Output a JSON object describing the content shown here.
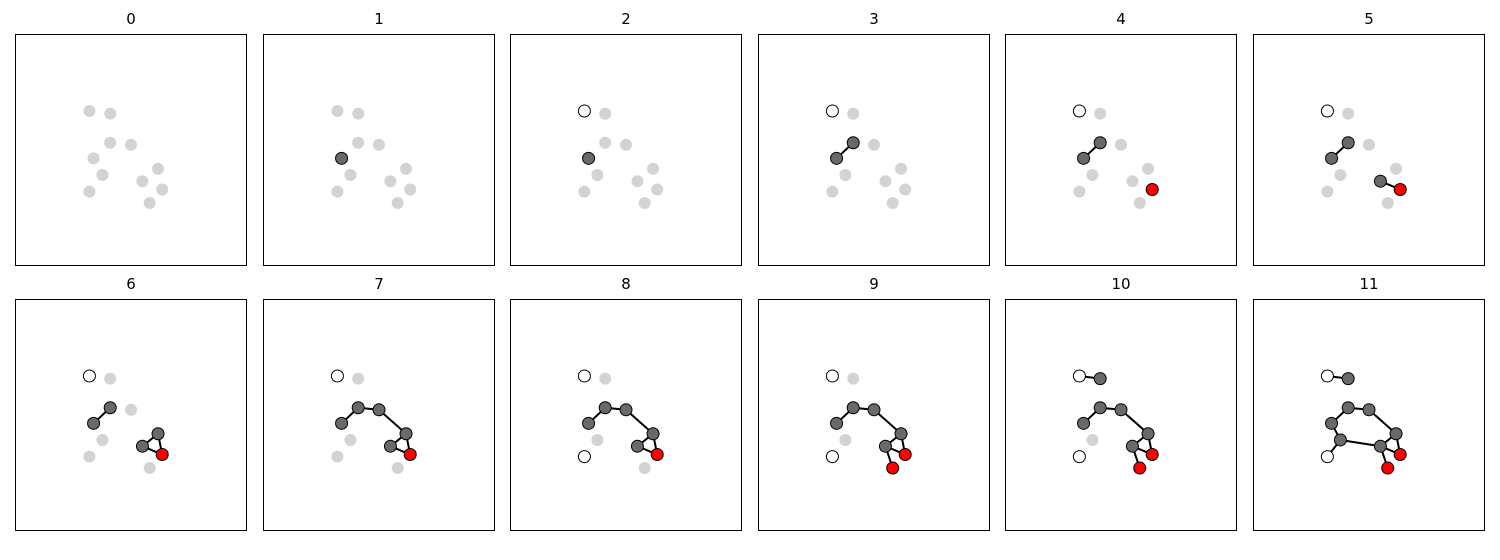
{
  "colors": {
    "inactive": "#d3d3d3",
    "placed": "#696969",
    "hydrogen": "#ffffff",
    "oxygen": "#ff0000",
    "outline": "#000000",
    "bond": "#000000"
  },
  "atoms": [
    {
      "id": 0,
      "x": -0.8,
      "y": 0.75
    },
    {
      "id": 1,
      "x": -0.4,
      "y": 0.7
    },
    {
      "id": 2,
      "x": -0.4,
      "y": 0.14
    },
    {
      "id": 3,
      "x": 0.0,
      "y": 0.1
    },
    {
      "id": 4,
      "x": -0.72,
      "y": -0.16
    },
    {
      "id": 5,
      "x": 0.52,
      "y": -0.36
    },
    {
      "id": 6,
      "x": -0.55,
      "y": -0.48
    },
    {
      "id": 7,
      "x": 0.22,
      "y": -0.6
    },
    {
      "id": 8,
      "x": -0.8,
      "y": -0.8
    },
    {
      "id": 9,
      "x": 0.6,
      "y": -0.76
    },
    {
      "id": 10,
      "x": 0.36,
      "y": -1.02
    }
  ],
  "frames": [
    {
      "title": "0",
      "atoms": {},
      "bonds": []
    },
    {
      "title": "1",
      "atoms": {
        "4": "placed"
      },
      "bonds": []
    },
    {
      "title": "2",
      "atoms": {
        "0": "hydrogen",
        "4": "placed"
      },
      "bonds": []
    },
    {
      "title": "3",
      "atoms": {
        "0": "hydrogen",
        "2": "placed",
        "4": "placed"
      },
      "bonds": [
        [
          2,
          4
        ]
      ]
    },
    {
      "title": "4",
      "atoms": {
        "0": "hydrogen",
        "2": "placed",
        "4": "placed",
        "9": "oxygen"
      },
      "bonds": [
        [
          2,
          4
        ]
      ]
    },
    {
      "title": "5",
      "atoms": {
        "0": "hydrogen",
        "2": "placed",
        "4": "placed",
        "7": "placed",
        "9": "oxygen"
      },
      "bonds": [
        [
          2,
          4
        ],
        [
          7,
          9
        ]
      ]
    },
    {
      "title": "6",
      "atoms": {
        "0": "hydrogen",
        "2": "placed",
        "4": "placed",
        "5": "placed",
        "7": "placed",
        "9": "oxygen"
      },
      "bonds": [
        [
          2,
          4
        ],
        [
          5,
          7
        ],
        [
          7,
          9
        ],
        [
          5,
          9
        ]
      ]
    },
    {
      "title": "7",
      "atoms": {
        "0": "hydrogen",
        "2": "placed",
        "3": "placed",
        "4": "placed",
        "5": "placed",
        "7": "placed",
        "9": "oxygen"
      },
      "bonds": [
        [
          2,
          4
        ],
        [
          2,
          3
        ],
        [
          3,
          5
        ],
        [
          5,
          7
        ],
        [
          7,
          9
        ],
        [
          5,
          9
        ]
      ]
    },
    {
      "title": "8",
      "atoms": {
        "0": "hydrogen",
        "2": "placed",
        "3": "placed",
        "4": "placed",
        "5": "placed",
        "7": "placed",
        "8": "hydrogen",
        "9": "oxygen"
      },
      "bonds": [
        [
          2,
          4
        ],
        [
          2,
          3
        ],
        [
          3,
          5
        ],
        [
          5,
          7
        ],
        [
          7,
          9
        ],
        [
          5,
          9
        ]
      ]
    },
    {
      "title": "9",
      "atoms": {
        "0": "hydrogen",
        "2": "placed",
        "3": "placed",
        "4": "placed",
        "5": "placed",
        "7": "placed",
        "8": "hydrogen",
        "9": "oxygen",
        "10": "oxygen"
      },
      "bonds": [
        [
          2,
          4
        ],
        [
          2,
          3
        ],
        [
          3,
          5
        ],
        [
          5,
          7
        ],
        [
          7,
          9
        ],
        [
          5,
          9
        ],
        [
          7,
          10
        ]
      ]
    },
    {
      "title": "10",
      "atoms": {
        "0": "hydrogen",
        "1": "placed",
        "2": "placed",
        "3": "placed",
        "4": "placed",
        "5": "placed",
        "7": "placed",
        "8": "hydrogen",
        "9": "oxygen",
        "10": "oxygen"
      },
      "bonds": [
        [
          0,
          1
        ],
        [
          2,
          4
        ],
        [
          2,
          3
        ],
        [
          3,
          5
        ],
        [
          5,
          7
        ],
        [
          7,
          9
        ],
        [
          5,
          9
        ],
        [
          7,
          10
        ]
      ]
    },
    {
      "title": "11",
      "atoms": {
        "0": "hydrogen",
        "1": "placed",
        "2": "placed",
        "3": "placed",
        "4": "placed",
        "5": "placed",
        "6": "placed",
        "7": "placed",
        "8": "hydrogen",
        "9": "oxygen",
        "10": "oxygen"
      },
      "bonds": [
        [
          0,
          1
        ],
        [
          2,
          4
        ],
        [
          2,
          3
        ],
        [
          3,
          5
        ],
        [
          5,
          7
        ],
        [
          7,
          9
        ],
        [
          5,
          9
        ],
        [
          7,
          10
        ],
        [
          4,
          6
        ],
        [
          6,
          7
        ],
        [
          6,
          8
        ]
      ]
    }
  ]
}
